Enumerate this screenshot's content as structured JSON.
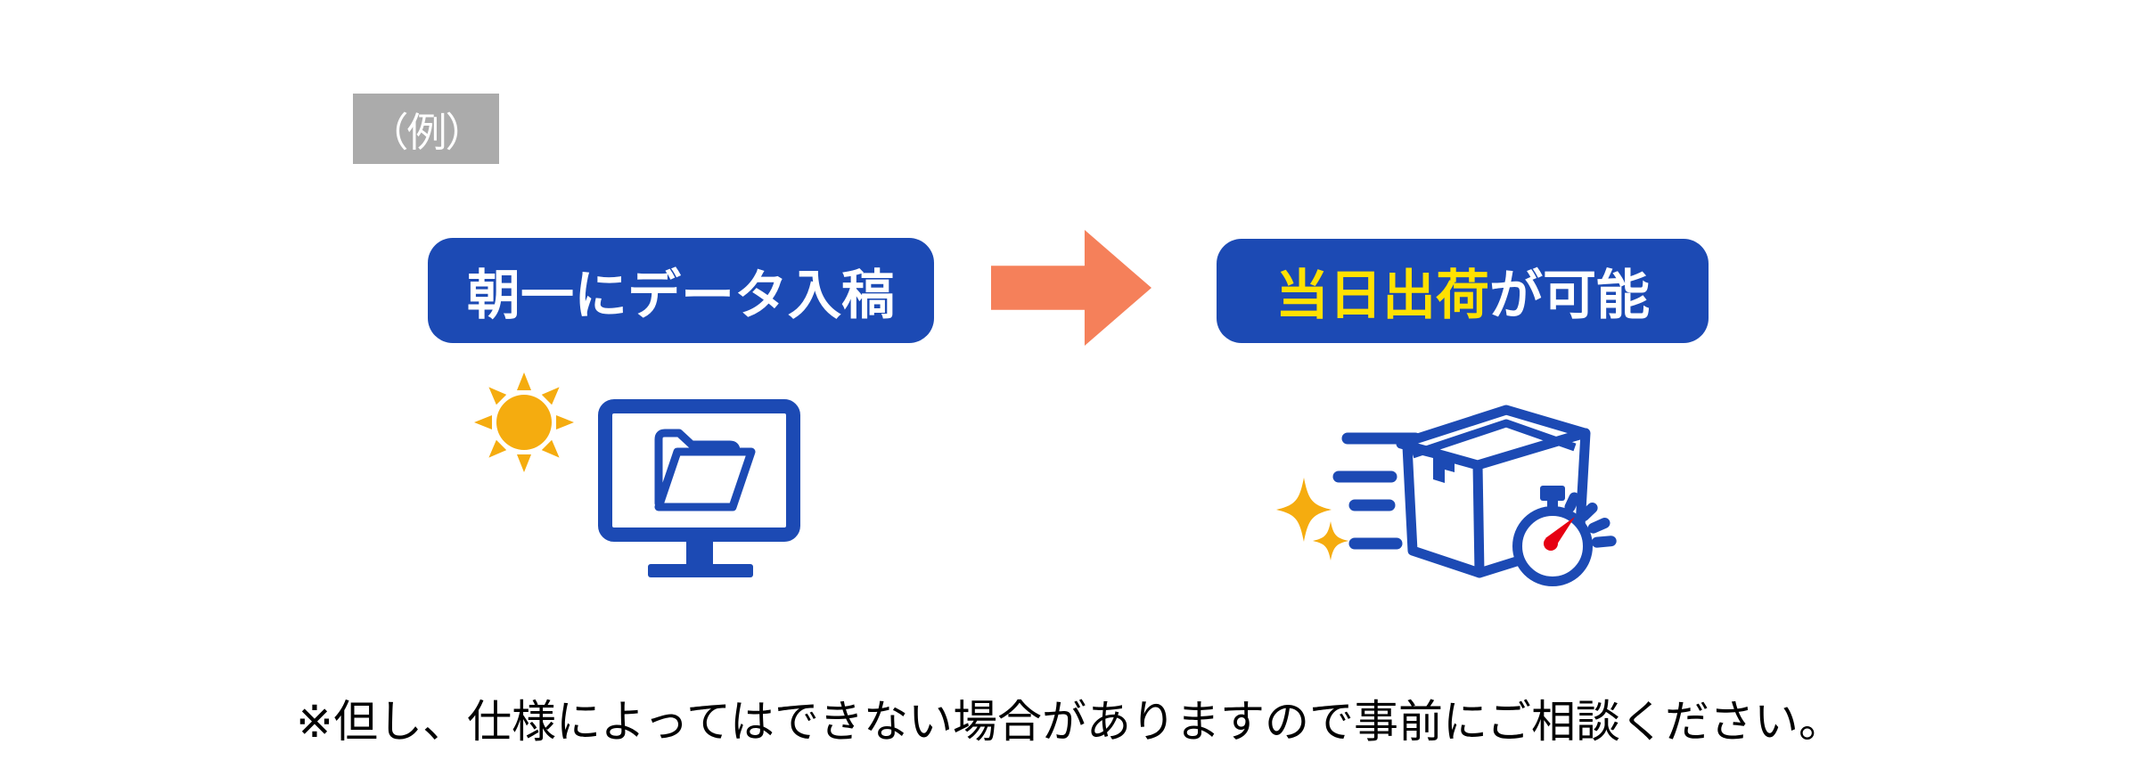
{
  "example_label": "（例）",
  "flow": {
    "step1_label": "朝一にデータ入稿",
    "step2_highlight": "当日出荷",
    "step2_rest": "が可能",
    "arrow_direction": "right"
  },
  "note": "※但し、仕様によってはできない場合がありますので事前にご相談ください。",
  "icons": {
    "left": "sun-and-monitor-with-open-folder-icon",
    "right": "speeding-parcel-box-with-stopwatch-and-sparkles-icon",
    "arrow": "right-arrow-icon"
  },
  "colors": {
    "blue": "#1C4AB4",
    "arrow_orange": "#F5805A",
    "highlight_yellow": "#FFE100",
    "sun_gold": "#F5AC0F",
    "stopwatch_red": "#E60012",
    "label_gray": "#ABABAB",
    "text_black": "#000000",
    "background": "#FFFFFF"
  }
}
